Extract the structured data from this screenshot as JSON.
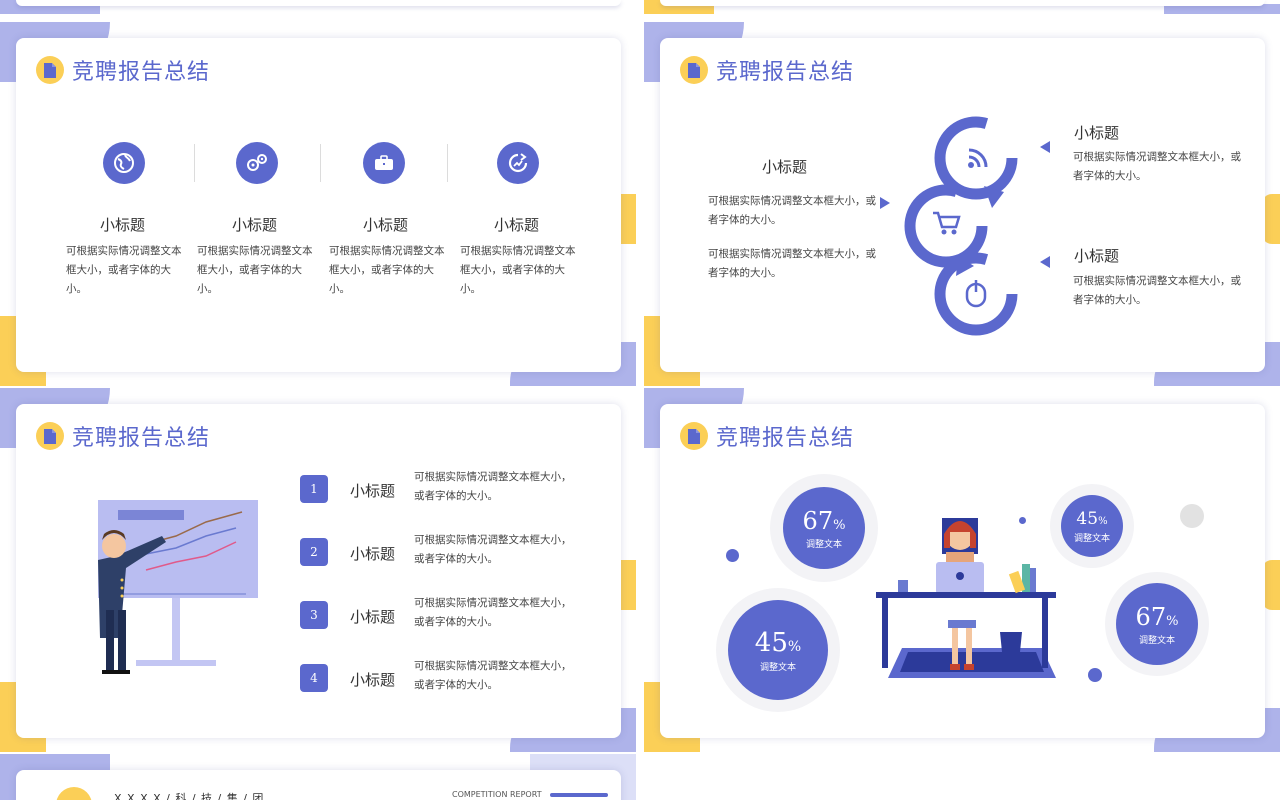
{
  "colors": {
    "primary": "#5b68cd",
    "accent": "#fbcf57",
    "lavender": "#aeb3ea"
  },
  "slide1": {
    "title": "竞聘报告总结",
    "items": [
      {
        "icon": "globe-icon",
        "heading": "小标题",
        "body": "可根据实际情况调整文本框大小，或者字体的大小。"
      },
      {
        "icon": "gears-icon",
        "heading": "小标题",
        "body": "可根据实际情况调整文本框大小，或者字体的大小。"
      },
      {
        "icon": "briefcase-icon",
        "heading": "小标题",
        "body": "可根据实际情况调整文本框大小，或者字体的大小。"
      },
      {
        "icon": "chart-refresh-icon",
        "heading": "小标题",
        "body": "可根据实际情况调整文本框大小，或者字体的大小。"
      }
    ]
  },
  "slide2": {
    "title": "竞聘报告总结",
    "left_heading": "小标题",
    "left_body_1": "可根据实际情况调整文本框大小，或者字体的大小。",
    "left_body_2": "可根据实际情况调整文本框大小，或者字体的大小。",
    "right_top_heading": "小标题",
    "right_top_body": "可根据实际情况调整文本框大小，或者字体的大小。",
    "right_bottom_heading": "小标题",
    "right_bottom_body": "可根据实际情况调整文本框大小，或者字体的大小。",
    "cycle_icons": [
      "wifi-icon",
      "cart-icon",
      "mouse-icon"
    ]
  },
  "slide3": {
    "title": "竞聘报告总结",
    "items": [
      {
        "num": "1",
        "heading": "小标题",
        "body": "可根据实际情况调整文本框大小，或者字体的大小。"
      },
      {
        "num": "2",
        "heading": "小标题",
        "body": "可根据实际情况调整文本框大小，或者字体的大小。"
      },
      {
        "num": "3",
        "heading": "小标题",
        "body": "可根据实际情况调整文本框大小，或者字体的大小。"
      },
      {
        "num": "4",
        "heading": "小标题",
        "body": "可根据实际情况调整文本框大小，或者字体的大小。"
      }
    ]
  },
  "slide4": {
    "title": "竞聘报告总结",
    "stats": [
      {
        "value": "67",
        "unit": "%",
        "label": "调整文本"
      },
      {
        "value": "45",
        "unit": "%",
        "label": "调整文本"
      },
      {
        "value": "45",
        "unit": "%",
        "label": "调整文本"
      },
      {
        "value": "67",
        "unit": "%",
        "label": "调整文本"
      }
    ]
  },
  "slide5": {
    "company": "X X X X / 科 / 技 / 集 / 团",
    "report": "COMPETITION REPORT"
  }
}
